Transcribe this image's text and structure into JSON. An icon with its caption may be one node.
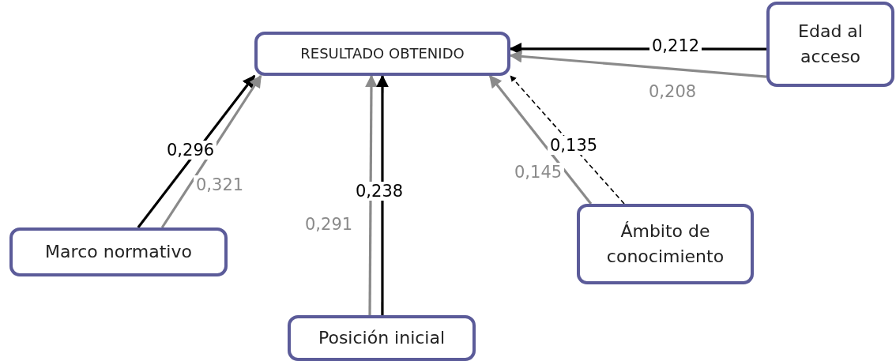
{
  "diagram": {
    "nodes": [
      {
        "text": [
          "RESULTADO OBTENIDO"
        ]
      },
      {
        "text": [
          "Edad al acceso"
        ]
      },
      {
        "text": [
          "Marco normativo"
        ]
      },
      {
        "text": [
          "Posición inicial"
        ]
      },
      {
        "text": [
          "Ámbito de conocimiento"
        ]
      }
    ],
    "edges": [
      {
        "from": 1,
        "to": 0,
        "arrow": "to",
        "label": "0,212"
      },
      {
        "from": 1,
        "to": 0,
        "arrow": "to",
        "label": "0,208",
        "color": "#8a8a8a"
      },
      {
        "from": 2,
        "to": 0,
        "arrow": "to",
        "label": "0,296"
      },
      {
        "from": 2,
        "to": 0,
        "arrow": "to",
        "label": "0,321",
        "color": "#8a8a8a"
      },
      {
        "from": 3,
        "to": 0,
        "arrow": "to",
        "label": "0,291",
        "color": "#8a8a8a"
      },
      {
        "from": 3,
        "to": 0,
        "arrow": "to",
        "label": "0,238"
      },
      {
        "from": 4,
        "to": 0,
        "arrow": "to",
        "label": "0,145",
        "color": "#8a8a8a"
      },
      {
        "from": 4,
        "to": 0,
        "arrow": "to",
        "label": "0,135",
        "style": "dashed"
      }
    ]
  }
}
